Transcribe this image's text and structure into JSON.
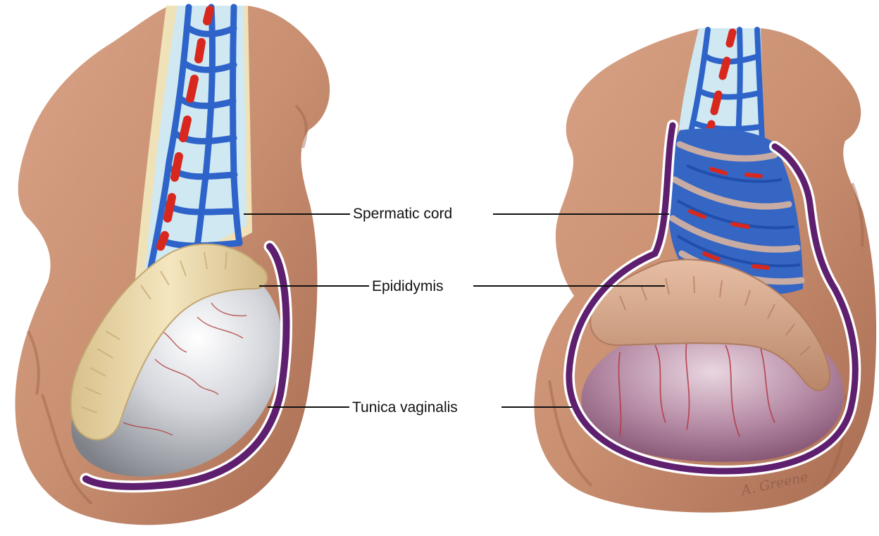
{
  "labels": {
    "spermatic_cord": "Spermatic cord",
    "epididymis": "Epididymis",
    "tunica_vaginalis": "Tunica vaginalis"
  },
  "signature": "A. Greene",
  "colors": {
    "background": "#ffffff",
    "scrotal_skin": "#c98f71",
    "skin_shadow": "#a86c52",
    "vein_network": "#2e63c9",
    "artery": "#d8281e",
    "testis_left": "#c9ccd3",
    "testis_right": "#b1849f",
    "epididymis_left": "#ecd9a6",
    "epididymis_right": "#d6a88c",
    "tunica_vaginalis": "#5e1f6e",
    "leader_line": "#111111"
  }
}
